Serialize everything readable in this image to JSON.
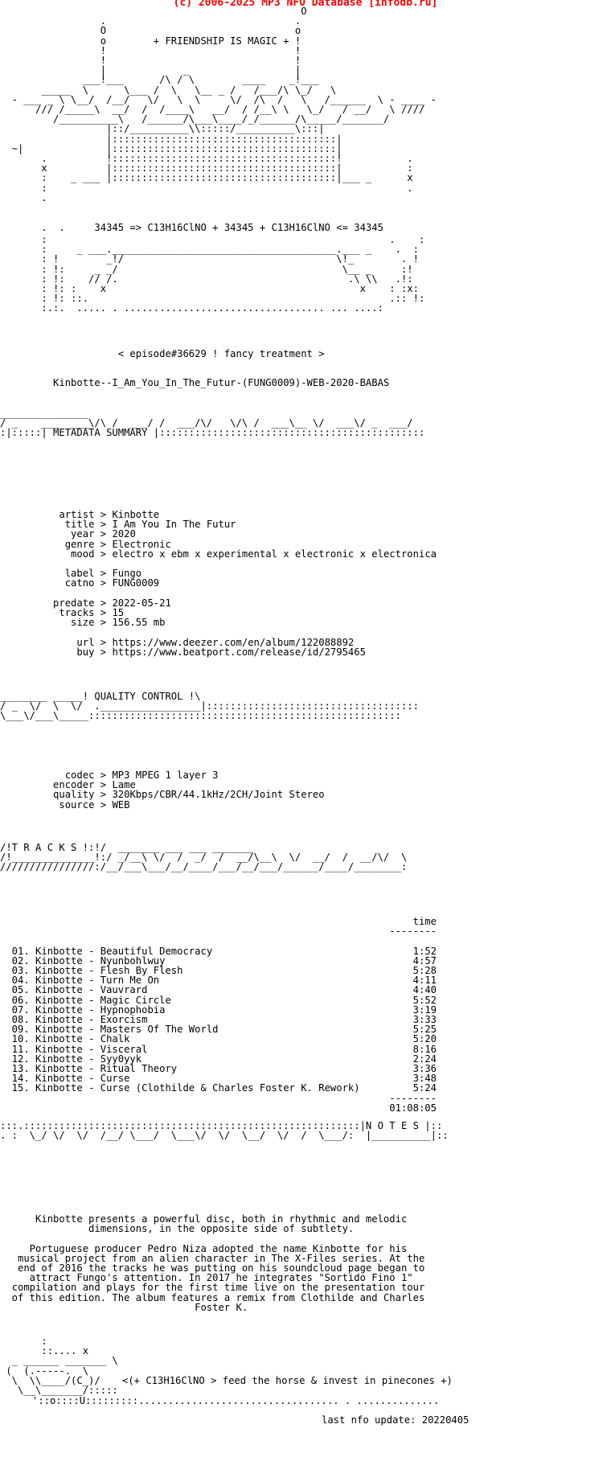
{
  "header": "(c) 2006-2025 MP3 NFO Database [infodb.ru]",
  "art": {
    "logo": "                                                   O\n                 .                                .\n                 O                                o\n                 o        + FRIENDSHIP IS MAGIC + !\n                 !                                !\n                 !                                !\n                 |             _                  |\n              ___!___      /\\ / \\        ____    _!___\n       _____  \\      \\___ /  \\   \\__ _ /   /___/\\ \\_/   \\\n  - ___ _ \\ \\__/  /__/   \\/   \\  \\     \\/  /\\  /   \\   /______  \\ - ____ -\n      /// /_____\\  __/  /  /____\\   __/  / /__\\ \\   \\_/   / __/   \\ ////\n         /__________\\   /______/\\___\\____/_/______/\\_____/_______/\n                  |::/__________\\\\:::::/__________\\:::|\n                  |::::::::::::::::::::::::::::::::::::::|\n  ~|              |::::::::::::::::::::::::::::::::::::::|\n       .          !::::::::::::::::::::::::::::::::::::::!           .\n       x          |::::::::::::::::::::::::::::::::::::::|           :\n       :    _ ___ |::::::::::::::::::::::::::::::::::::::|___ _      x\n       :                                                             .\n       .",
    "equation_line": "       .  .     34345 => C13H16ClNO + 34345 + C13H16ClNO <= 34345",
    "frame": "       :                                                          .    :\n       :     _ ___.______________________________________.___ _    .  :\n       : !        _!/                                    \\!_        . !\n       : !:     _ _/                                      \\__ _     :!\n       : !:    // /.                                       .\\ \\\\   .!:\n       : !: :    x                                           x    : :x:\n       : !: ::.                                                   .:: !:\n       :.:.  ..... . .................................. ... ....:",
    "title_rule": "_______________\n/ _    ___  ___\\/\\ /  ___/ /  ___/\\/   \\/\\ /  ___\\__ \\/  ___\\/ _  ___/\n:|:::::| METADATA SUMMARY |:::::::::::::::::::::::::::::::::::::::::::::",
    "quality_rule": "________ _____! QUALITY CONTROL !\\\n/ _  \\/  \\  \\/  ._________________|::::::::::::::::::::::::::::::::::::\n\\___\\/___\\_____:::::::::::::::::::::::::::::::::::::::::::::::::::::",
    "tracks_rule": "/!T R A C K S !:!/  _______ ___ ___ _______\n/!______________!:/ _/__\\ \\/  /  _/  /  __/\\__\\  \\/  __/  /  __/\\/  \\\n////////////////:/__/___\\___/__/____/___/__/___/______/____/________:",
    "notes_rule": ":::.:::::::::::::::::::::::::::::::::::::::::::::::::::::::::|N O T E S |::\n. :  \\_/ \\/  \\/  /__/ \\___/  \\___\\/  \\/  \\__/  \\/  /  \\___/:  |__________|::",
    "footer_art": "       :\n       ::.... x\n  _ ______ _______ \\\n (  (.-----.  \\\n  \\  \\\\____/(C_)/\n   \\__\\_______/:::::"
  },
  "release_banner": "< episode#36629 ! fancy treatment >",
  "release_name": "Kinbotte--I_Am_You_In_The_Futur-(FUNG0009)-WEB-2020-BABAS",
  "metadata": [
    {
      "k": "artist",
      "v": "Kinbotte"
    },
    {
      "k": "title",
      "v": "I Am You In The Futur"
    },
    {
      "k": "year",
      "v": "2020"
    },
    {
      "k": "genre",
      "v": "Electronic"
    },
    {
      "k": "mood",
      "v": "electro x ebm x experimental x electronic x electronica"
    },
    {
      "k": "",
      "v": ""
    },
    {
      "k": "label",
      "v": "Fungo"
    },
    {
      "k": "catno",
      "v": "FUNG0009"
    },
    {
      "k": "",
      "v": ""
    },
    {
      "k": "predate",
      "v": "2022-05-21"
    },
    {
      "k": "tracks",
      "v": "15"
    },
    {
      "k": "size",
      "v": "156.55 mb"
    },
    {
      "k": "",
      "v": ""
    },
    {
      "k": "url",
      "v": "https://www.deezer.com/en/album/122088892"
    },
    {
      "k": "buy",
      "v": "https://www.beatport.com/release/id/2795465"
    }
  ],
  "quality": [
    {
      "k": "codec",
      "v": "MP3 MPEG 1 layer 3"
    },
    {
      "k": "encoder",
      "v": "Lame"
    },
    {
      "k": "quality",
      "v": "320Kbps/CBR/44.1kHz/2CH/Joint Stereo"
    },
    {
      "k": "source",
      "v": "WEB"
    }
  ],
  "tracks_header": "time",
  "tracks": [
    {
      "n": "01.",
      "t": "Kinbotte - Beautiful Democracy",
      "d": "1:52"
    },
    {
      "n": "02.",
      "t": "Kinbotte - Nyunbohlwuy",
      "d": "4:57"
    },
    {
      "n": "03.",
      "t": "Kinbotte - Flesh By Flesh",
      "d": "5:28"
    },
    {
      "n": "04.",
      "t": "Kinbotte - Turn Me On",
      "d": "4:11"
    },
    {
      "n": "05.",
      "t": "Kinbotte - Vauvrard",
      "d": "4:40"
    },
    {
      "n": "06.",
      "t": "Kinbotte - Magic Circle",
      "d": "5:52"
    },
    {
      "n": "07.",
      "t": "Kinbotte - Hypnophobia",
      "d": "3:19"
    },
    {
      "n": "08.",
      "t": "Kinbotte - Exorcism",
      "d": "3:33"
    },
    {
      "n": "09.",
      "t": "Kinbotte - Masters Of The World",
      "d": "5:25"
    },
    {
      "n": "10.",
      "t": "Kinbotte - Chalk",
      "d": "5:20"
    },
    {
      "n": "11.",
      "t": "Kinbotte - Visceral",
      "d": "8:16"
    },
    {
      "n": "12.",
      "t": "Kinbotte - Syy0yyk",
      "d": "2:24"
    },
    {
      "n": "13.",
      "t": "Kinbotte - Ritual Theory",
      "d": "3:36"
    },
    {
      "n": "14.",
      "t": "Kinbotte - Curse",
      "d": "3:48"
    },
    {
      "n": "15.",
      "t": "Kinbotte - Curse (Clothilde & Charles Foster K. Rework)",
      "d": "5:24"
    }
  ],
  "total_time": "01:08:05",
  "notes": [
    "Kinbotte presents a powerful disc, both in rhythmic and melodic",
    "dimensions, in the opposite side of subtlety.",
    "",
    "Portuguese producer Pedro Niza adopted the name Kinbotte for his",
    "musical project from an alien character in The X-Files series. At the",
    "end of 2016 the tracks he was putting on his soundcloud page began to",
    "attract Fungo's attention. In 2017 he integrates \"Sortido Fino 1\"",
    "compilation and plays for the first time live on the presentation tour",
    "of this edition. The album features a remix from Clothilde and Charles",
    "Foster K."
  ],
  "footer_slogan": "<(+ C13H16ClNO > feed the horse & invest in pinecones +)",
  "footer_dots": "'::o::::U:::::::::.................................. . ..............",
  "last_update": "last nfo update: 20220405"
}
